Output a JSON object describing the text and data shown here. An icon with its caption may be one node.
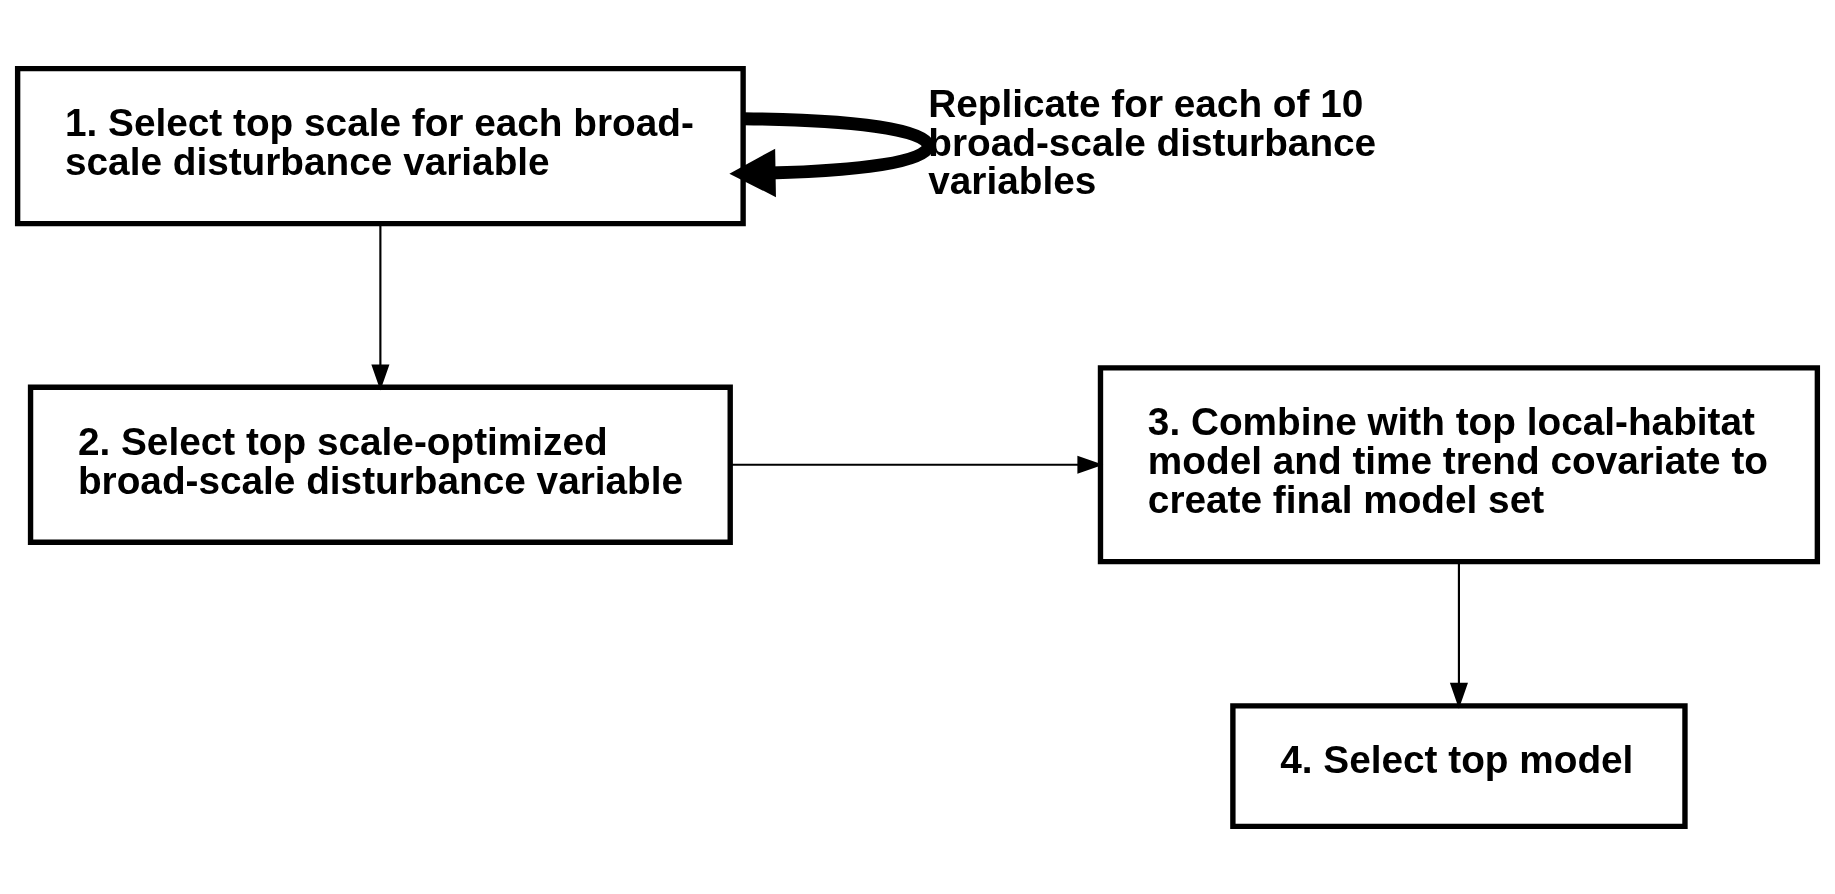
{
  "diagram": {
    "nodes": [
      {
        "text": [
          "1. Select top scale for each broad-scale disturbance variable"
        ]
      },
      {
        "text": [
          "2. Select top scale-optimized broad-scale disturbance variable"
        ]
      },
      {
        "text": [
          "3. Combine with top local-habitat model and time trend covariate to create final model set"
        ]
      },
      {
        "text": [
          "4. Select top model"
        ]
      }
    ],
    "edges": [
      {
        "from": 0,
        "to": 0,
        "arrow": "to",
        "label": "Replicate for each of 10 broad-scale disturbance variables",
        "style": "thick"
      },
      {
        "from": 0,
        "to": 1,
        "arrow": "to"
      },
      {
        "from": 1,
        "to": 2,
        "arrow": "to"
      },
      {
        "from": 2,
        "to": 3,
        "arrow": "to"
      }
    ]
  }
}
